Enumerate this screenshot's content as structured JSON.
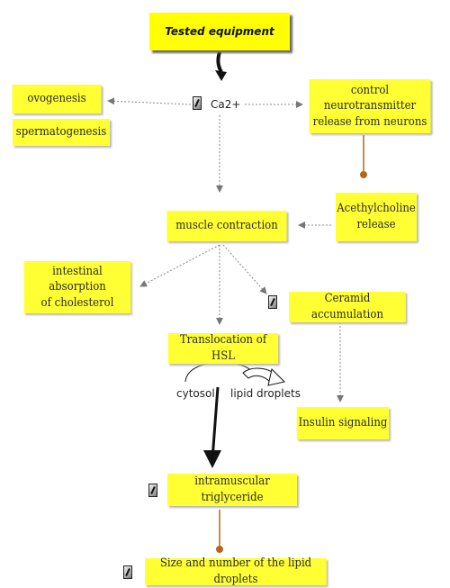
{
  "nodes": {
    "tested_equipment": "Tested equipment",
    "ca2": "Ca2+",
    "ovogenesis": "ovogenesis",
    "spermatogenesis": "spermatogenesis",
    "neurotransmitter_line1": "control neurotransmitter",
    "neurotransmitter_line2": "release from neurons",
    "acetylcholine_line1": "Acethylcholine",
    "acetylcholine_line2": "release",
    "muscle_contraction": "muscle contraction",
    "cholesterol_line1": "intestinal absorption",
    "cholesterol_line2": "of cholesterol",
    "ceramid": "Ceramid accumulation",
    "hsl": "Translocation of HSL",
    "cytosol": "cytosol",
    "lipid_droplets": "lipid droplets",
    "insulin": "Insulin signaling",
    "triglyceride": "intramuscular triglyceride",
    "droplets_size": "Size and number of the lipid droplets"
  },
  "colors": {
    "box_fill": "#ffff33",
    "inhibit_marker": "#b5651d",
    "arrow": "#888888"
  }
}
